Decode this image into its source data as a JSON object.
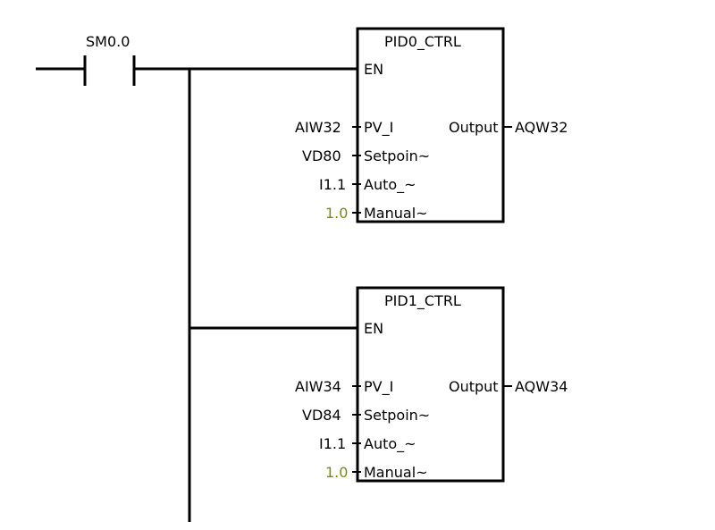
{
  "contact": {
    "label": "SM0.0"
  },
  "blocks": [
    {
      "title": "PID0_CTRL",
      "enable": "EN",
      "inputs": [
        {
          "pin": "PV_I",
          "signal": "AIW32"
        },
        {
          "pin": "Setpoin~",
          "signal": "VD80"
        },
        {
          "pin": "Auto_~",
          "signal": "I1.1"
        },
        {
          "pin": "Manual~",
          "signal": "1.0"
        }
      ],
      "output": {
        "pin": "Output",
        "signal": "AQW32"
      }
    },
    {
      "title": "PID1_CTRL",
      "enable": "EN",
      "inputs": [
        {
          "pin": "PV_I",
          "signal": "AIW34"
        },
        {
          "pin": "Setpoin~",
          "signal": "VD84"
        },
        {
          "pin": "Auto_~",
          "signal": "I1.1"
        },
        {
          "pin": "Manual~",
          "signal": "1.0"
        }
      ],
      "output": {
        "pin": "Output",
        "signal": "AQW34"
      }
    }
  ],
  "colors": {
    "line": "#000000",
    "constant": "#7a8c00",
    "background": "#ffffff"
  }
}
